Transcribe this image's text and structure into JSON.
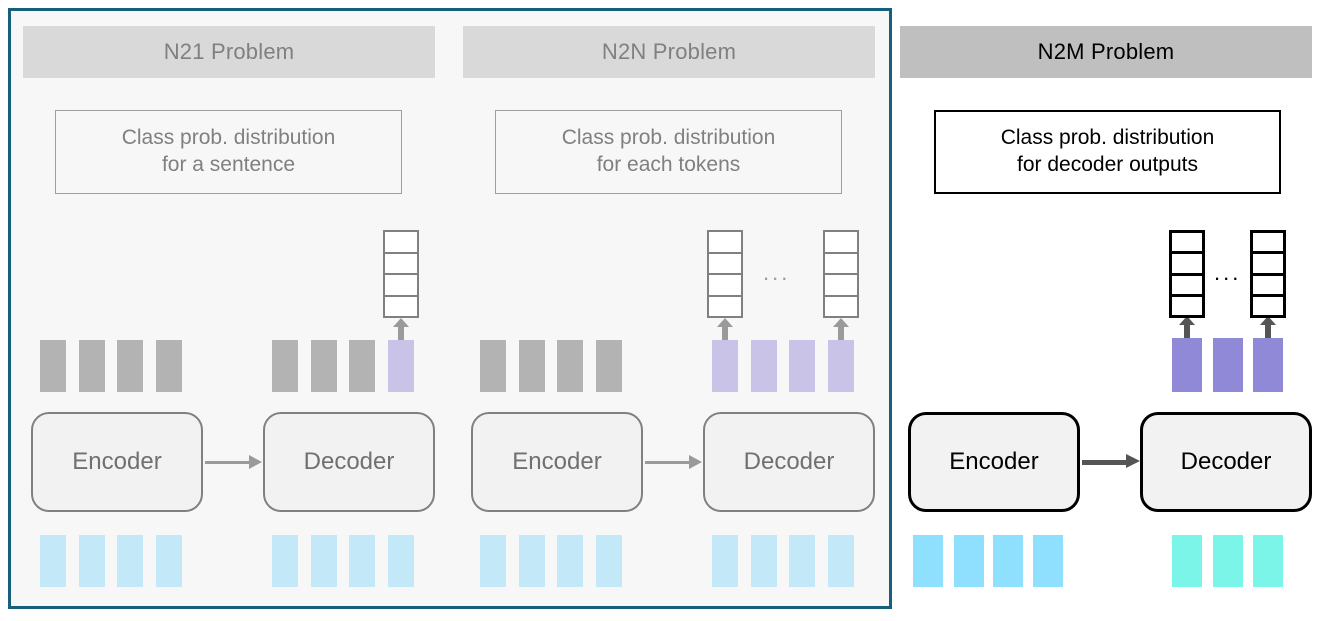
{
  "figure": {
    "title": "Seq2seq problem taxonomy diagram",
    "grouped_frame_color": "#16607c"
  },
  "panels": [
    {
      "id": "n21",
      "header": "N21 Problem",
      "header_style": "light",
      "caption": "Class prob. distribution for a sentence",
      "caption_line1": "Class prob. distribution",
      "caption_line2": "for a sentence",
      "encoder_label": "Encoder",
      "decoder_label": "Decoder",
      "ellipsis": "",
      "colors": {
        "header_bg": "#d9d9d9",
        "header_text": "#808080",
        "stroke": "#808080",
        "text": "#707070",
        "hidden_state": "#b3b3b3",
        "highlight_state": "#c9c3e8",
        "input_token": "#c3e8f7",
        "decoder_token": "#c3e8f7",
        "arrow": "#9a9a9a"
      },
      "encoder_hidden_states": [
        "gray",
        "gray",
        "gray",
        "gray"
      ],
      "decoder_hidden_states": [
        "gray",
        "gray",
        "gray",
        "purple"
      ],
      "encoder_inputs": [
        "cyan",
        "cyan",
        "cyan",
        "cyan"
      ],
      "decoder_inputs": [
        "cyan",
        "cyan",
        "cyan",
        "cyan"
      ],
      "prob_stacks": 1,
      "prob_stack_cells": 4
    },
    {
      "id": "n2n",
      "header": "N2N Problem",
      "header_style": "light",
      "caption": "Class prob. distribution for each tokens",
      "caption_line1": "Class prob. distribution",
      "caption_line2": "for each tokens",
      "encoder_label": "Encoder",
      "decoder_label": "Decoder",
      "ellipsis": "...",
      "colors": {
        "header_bg": "#d9d9d9",
        "header_text": "#808080",
        "stroke": "#808080",
        "text": "#707070",
        "hidden_state": "#b3b3b3",
        "highlight_state": "#c9c3e8",
        "input_token": "#c3e8f7",
        "decoder_token": "#c3e8f7",
        "arrow": "#9a9a9a"
      },
      "encoder_hidden_states": [
        "gray",
        "gray",
        "gray",
        "gray"
      ],
      "decoder_hidden_states": [
        "purple",
        "purple",
        "purple",
        "purple"
      ],
      "encoder_inputs": [
        "cyan",
        "cyan",
        "cyan",
        "cyan"
      ],
      "decoder_inputs": [
        "cyan",
        "cyan",
        "cyan",
        "cyan"
      ],
      "prob_stacks": 2,
      "prob_stack_cells": 4
    },
    {
      "id": "n2m",
      "header": "N2M Problem",
      "header_style": "dark",
      "caption": "Class prob. distribution for decoder outputs",
      "caption_line1": "Class prob. distribution",
      "caption_line2": "for decoder outputs",
      "encoder_label": "Encoder",
      "decoder_label": "Decoder",
      "ellipsis": "...",
      "colors": {
        "header_bg": "#bfbfbf",
        "header_text": "#000000",
        "stroke": "#000000",
        "text": "#000000",
        "hidden_state": "#b3b3b3",
        "highlight_state": "#9089d8",
        "input_token": "#8fe0ff",
        "decoder_token": "#7af5e8",
        "arrow": "#555555"
      },
      "encoder_hidden_states": [],
      "decoder_hidden_states": [
        "purple",
        "purple",
        "purple"
      ],
      "encoder_inputs": [
        "skyblue",
        "skyblue",
        "skyblue",
        "skyblue"
      ],
      "decoder_inputs": [
        "turquoise",
        "turquoise",
        "turquoise"
      ],
      "prob_stacks": 2,
      "prob_stack_cells": 4
    }
  ]
}
